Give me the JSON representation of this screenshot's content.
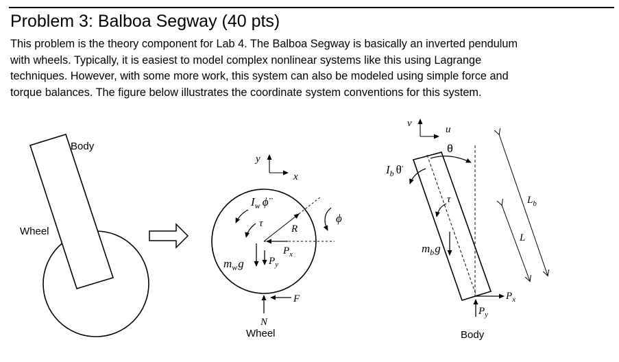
{
  "document": {
    "title": "Problem 3: Balboa Segway (40 pts)",
    "paragraph_lines": [
      "This problem is the theory component for Lab 4.  The Balboa Segway is basically an inverted pendulum",
      "with wheels.  Typically, it is easiest to model complex nonlinear systems like this using Lagrange",
      "techniques.  However, with some more work, this system can also be modeled using simple force and",
      "torque balances.  The figure below illustrates the coordinate system conventions for this system."
    ]
  },
  "figure": {
    "overview": {
      "body_label": "Body",
      "wheel_label": "Wheel"
    },
    "wheel_fbd": {
      "axis_y": "y",
      "axis_x": "x",
      "inertia_w": "I",
      "inertia_w_sub": "w",
      "phi_dd": "ϕ̈",
      "tau": "τ",
      "radius": "R",
      "phi": "ϕ",
      "Px": "P",
      "Px_sub": "x",
      "Py": "P",
      "Py_sub": "y",
      "mw": "m",
      "mw_sub": "w",
      "g": "g",
      "F": "F",
      "N": "N",
      "caption": "Wheel"
    },
    "body_fbd": {
      "axis_v": "v",
      "axis_u": "u",
      "theta": "θ",
      "inertia_b": "I",
      "inertia_b_sub": "b",
      "theta_dd": "θ̈",
      "tau": "τ",
      "mb": "m",
      "mb_sub": "b",
      "g": "g",
      "Lb": "L",
      "Lb_sub": "b",
      "L": "L",
      "Px": "P",
      "Px_sub": "x",
      "Py": "P",
      "Py_sub": "y",
      "caption": "Body"
    }
  }
}
